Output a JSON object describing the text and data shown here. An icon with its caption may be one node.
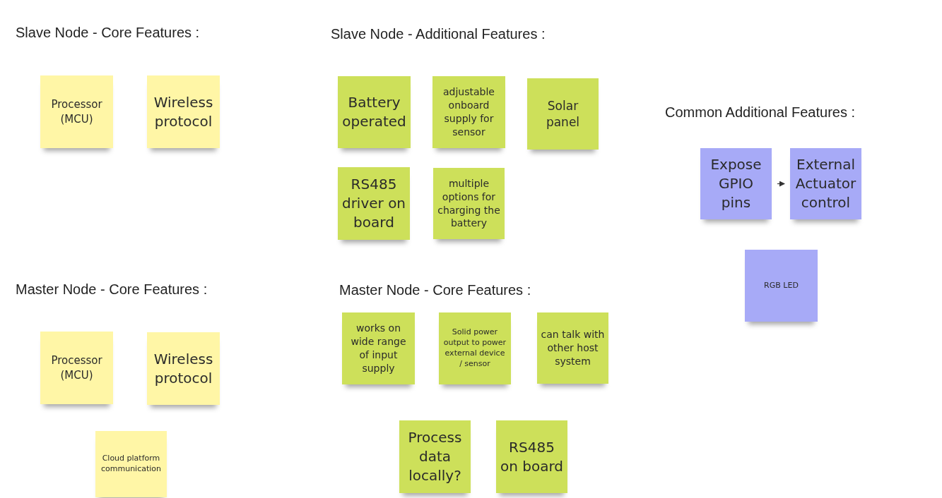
{
  "diagram": {
    "nodes": [
      {
        "text": [
          "Processor (MCU)"
        ]
      },
      {
        "text": [
          "Wireless protocol"
        ]
      },
      {
        "text": [
          "Battery operated"
        ]
      },
      {
        "text": [
          "adjustable onboard supply for sensor"
        ]
      },
      {
        "text": [
          "Solar panel"
        ]
      },
      {
        "text": [
          "RS485 driver on board"
        ]
      },
      {
        "text": [
          "multiple options for charging the battery"
        ]
      },
      {
        "text": [
          "Expose GPIO pins"
        ]
      },
      {
        "text": [
          "External Actuator control"
        ]
      },
      {
        "text": [
          "RGB LED"
        ]
      },
      {
        "text": [
          "Processor (MCU)"
        ]
      },
      {
        "text": [
          "Wireless protocol"
        ]
      },
      {
        "text": [
          "Cloud platform communication"
        ]
      },
      {
        "text": [
          "works on wide range of input supply"
        ]
      },
      {
        "text": [
          "Solid power output to power external device / sensor"
        ]
      },
      {
        "text": [
          "can talk with other host system"
        ]
      },
      {
        "text": [
          "Process data locally?"
        ]
      },
      {
        "text": [
          "RS485 on board"
        ]
      }
    ],
    "edges": [
      {
        "from": 7,
        "to": 8,
        "arrow": "to"
      }
    ],
    "labels": [
      "Slave Node - Core Features :",
      "Slave Node - Additional Features :",
      "Common Additional Features :",
      "Master Node - Core Features :",
      "Master Node - Core Features :"
    ]
  }
}
